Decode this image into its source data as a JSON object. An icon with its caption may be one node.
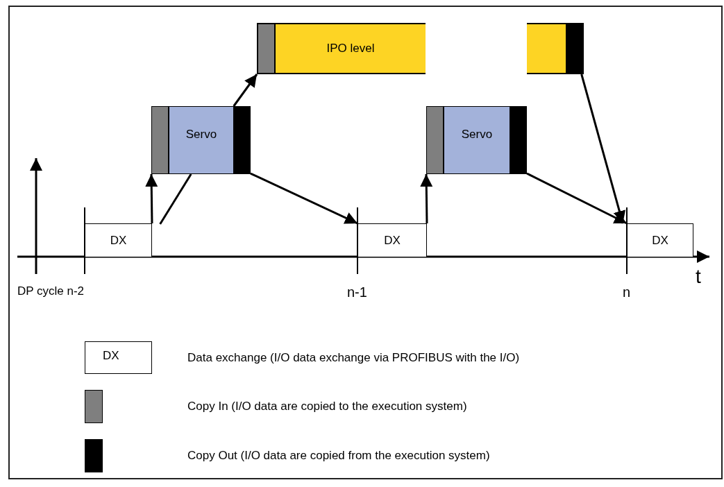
{
  "diagram": {
    "nodes": [
      {
        "text": [
          "DX"
        ]
      },
      {
        "text": [
          "Servo"
        ]
      },
      {
        "text": [
          "IPO level"
        ]
      },
      {
        "text": [],
        "shape": "bar"
      },
      {
        "text": [
          "DX"
        ]
      },
      {
        "text": [
          "Servo"
        ]
      },
      {
        "text": [
          "DX"
        ]
      }
    ],
    "edges": [
      {
        "from": 0,
        "to": 1,
        "arrow": "to"
      },
      {
        "from": 0,
        "to": 1,
        "arrow": "none"
      },
      {
        "from": 1,
        "to": 2,
        "arrow": "to"
      },
      {
        "from": 1,
        "to": 4,
        "arrow": "to"
      },
      {
        "from": 4,
        "to": 5,
        "arrow": "to"
      },
      {
        "from": 5,
        "to": 6,
        "arrow": "to"
      },
      {
        "from": 3,
        "to": 6,
        "arrow": "to"
      }
    ],
    "labels": [
      "t",
      "DP cycle n-2",
      "n-1",
      "n",
      "DX"
    ],
    "legend": [
      {
        "text": "Data exchange (I/O data exchange via PROFIBUS with the I/O)"
      },
      {
        "text": "Copy In (I/O data are copied to the execution system)",
        "color": "#7f7f7f"
      },
      {
        "text": "Copy Out (I/O data are copied from the execution system)",
        "color": "#000000"
      }
    ]
  }
}
